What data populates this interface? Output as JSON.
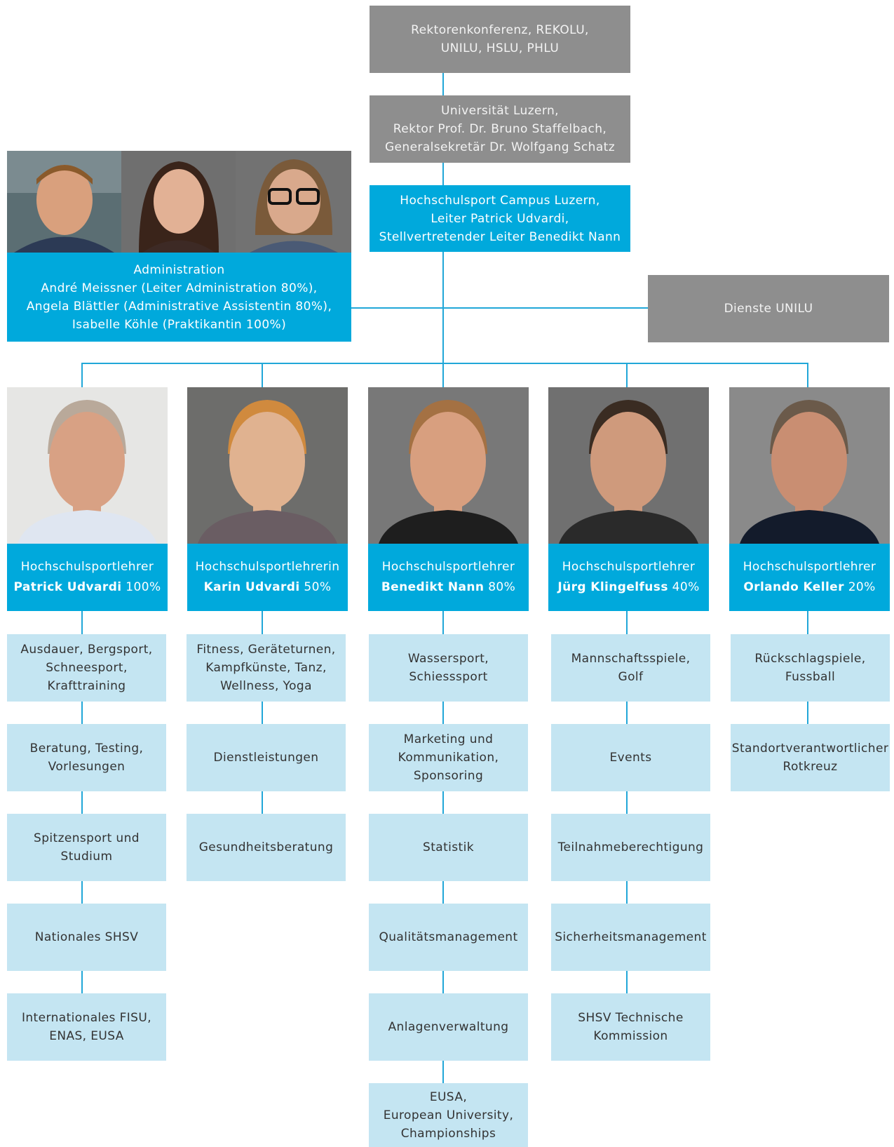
{
  "top": {
    "rektorenkonferenz": "Rektorenkonferenz, REKOLU,\nUNILU, HSLU, PHLU",
    "universitaet": "Universität Luzern,\nRektor Prof. Dr. Bruno Staffelbach,\nGeneralsekretär Dr. Wolfgang Schatz",
    "hochschulsport": "Hochschulsport Campus Luzern,\nLeiter Patrick Udvardi,\nStellvertretender Leiter Benedikt Nann"
  },
  "administration": {
    "text": "Administration\nAndré Meissner (Leiter Administration 80%),\nAngela Blättler (Administrative Assistentin 80%),\nIsabelle Köhle (Praktikantin 100%)",
    "photos": [
      "administration-photo-1",
      "administration-photo-2",
      "administration-photo-3"
    ]
  },
  "dienste": "Dienste UNILU",
  "colors": {
    "gray_box": "#8e8e8e",
    "blue_box": "#00a9dc",
    "light_box": "#c4e5f2",
    "connector": "#21a7d8"
  },
  "teachers": [
    {
      "role": "Hochschulsportlehrer",
      "name": "Patrick Udvardi",
      "percent": " 100%",
      "tasks": [
        "Ausdauer, Bergsport,\nSchneesport,\nKrafttraining",
        "Beratung, Testing,\nVorlesungen",
        "Spitzensport und\nStudium",
        "Nationales SHSV",
        "Internationales FISU,\nENAS, EUSA"
      ]
    },
    {
      "role": "Hochschulsportlehrerin",
      "name": "Karin Udvardi",
      "percent": " 50%",
      "tasks": [
        "Fitness, Geräteturnen,\nKampfkünste, Tanz,\nWellness, Yoga",
        "Dienstleistungen",
        "Gesundheitsberatung"
      ]
    },
    {
      "role": "Hochschulsportlehrer",
      "name": "Benedikt Nann",
      "percent": " 80%",
      "tasks": [
        "Wassersport,\nSchiesssport",
        "Marketing und\nKommunikation,\nSponsoring",
        "Statistik",
        "Qualitätsmanagement",
        "Anlagenverwaltung",
        "EUSA,\nEuropean University,\nChampionships"
      ]
    },
    {
      "role": "Hochschulsportlehrer",
      "name": "Jürg Klingelfuss",
      "percent": " 40%",
      "tasks": [
        "Mannschaftsspiele,\nGolf",
        "Events",
        "Teilnahmeberechtigung",
        "Sicherheitsmanagement",
        "SHSV Technische\nKommission"
      ]
    },
    {
      "role": "Hochschulsportlehrer",
      "name": "Orlando Keller",
      "percent": " 20%",
      "tasks": [
        "Rückschlagspiele,\nFussball",
        "Standortverantwortlicher\nRotkreuz"
      ]
    }
  ]
}
